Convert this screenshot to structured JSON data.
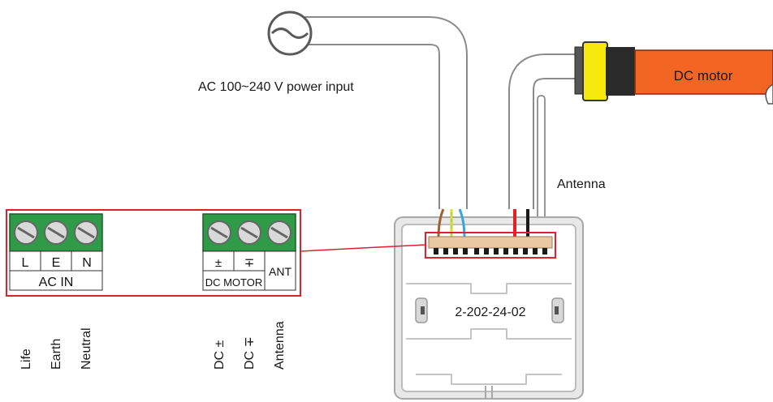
{
  "labels": {
    "power_input": "AC 100~240 V power input",
    "dc_motor": "DC motor",
    "antenna": "Antenna",
    "device_code": "2-202-24-02"
  },
  "terminal_block_left": {
    "terminals": [
      "L",
      "E",
      "N"
    ],
    "group_label": "AC IN"
  },
  "terminal_block_right": {
    "terminals": [
      "±",
      "∓"
    ],
    "group_label": "DC MOTOR",
    "ant_label": "ANT"
  },
  "vertical_labels": [
    "Life",
    "Earth",
    "Neutral",
    "DC ±",
    "DC ∓",
    "Antenna"
  ],
  "colors": {
    "terminal_green": "#2f9a47",
    "highlight_red": "#d9232e",
    "motor_orange": "#f26522",
    "collar_yellow": "#f7e80e",
    "cable_white": "#ffffff",
    "cable_outline": "#8a8a8a",
    "box_grey": "#d5d5d5",
    "wire_brown": "#a0622d",
    "wire_blue": "#35a5e0",
    "wire_yellow_green": "#b7d53a",
    "wire_red": "#e0231e",
    "wire_black": "#1a1a1a"
  }
}
